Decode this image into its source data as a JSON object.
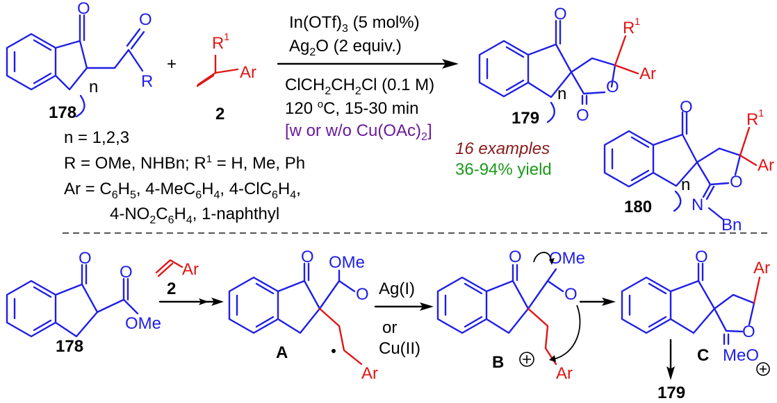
{
  "colors": {
    "structure": "#1e1ee6",
    "substituent": "#e01515",
    "arrow": "#000000",
    "examples": "#8b1a1a",
    "yield": "#1a9a1a",
    "optional": "#6a1a9a"
  },
  "reaction": {
    "conditions": {
      "catalyst_main": "In(OTf)",
      "catalyst_sub": "3",
      "catalyst_rest": " (5 mol%)",
      "oxidant_main": "Ag",
      "oxidant_sub": "2",
      "oxidant_rest": "O (2 equiv.)",
      "solvent": "ClCH",
      "solvent_s1": "2",
      "solvent_mid": "CH",
      "solvent_s2": "2",
      "solvent_rest": "Cl (0.1 M)",
      "temp_a": "120 ",
      "temp_sup": "o",
      "temp_b": "C, 15-30 min",
      "additive_a": "[w or w/o Cu(OAc)",
      "additive_sub": "2",
      "additive_b": "]"
    },
    "examples": "16 examples",
    "yield": "36-94% yield",
    "scope": {
      "n_line": "n = 1,2,3",
      "r_line": "R = OMe, NHBn;   R",
      "r1_sup": "1",
      "r1_rest": " = H, Me, Ph",
      "ar_line1": "Ar = C",
      "ar_line1_rest": "H",
      "ar_line1_b": ", 4-MeC",
      "ar_line1_c": "H",
      "ar_line1_d": ", 4-ClC",
      "ar_line1_e": "H",
      "ar_line1_f": ",",
      "s6": "6",
      "s5": "5",
      "s4": "4",
      "ar_line2_a": "4-NO",
      "ar_line2_sub": "2",
      "ar_line2_b": "C",
      "ar_line2_c": "H",
      "ar_line2_d": ", 1-naphthyl"
    }
  },
  "compounds": {
    "c178": "178",
    "c2": "2",
    "c179": "179",
    "c180": "180",
    "cA": "A",
    "cB": "B",
    "cC": "C"
  },
  "atoms": {
    "O": "O",
    "R": "R",
    "R1": "R",
    "R1_sup": "1",
    "Ar": "Ar",
    "n": "n",
    "N": "N",
    "Bn": "Bn",
    "OMe": "OMe",
    "MeO": "MeO",
    "plus": "+"
  },
  "mechanism": {
    "ag": "Ag(I)",
    "or": "or",
    "cu": "Cu(II)"
  }
}
